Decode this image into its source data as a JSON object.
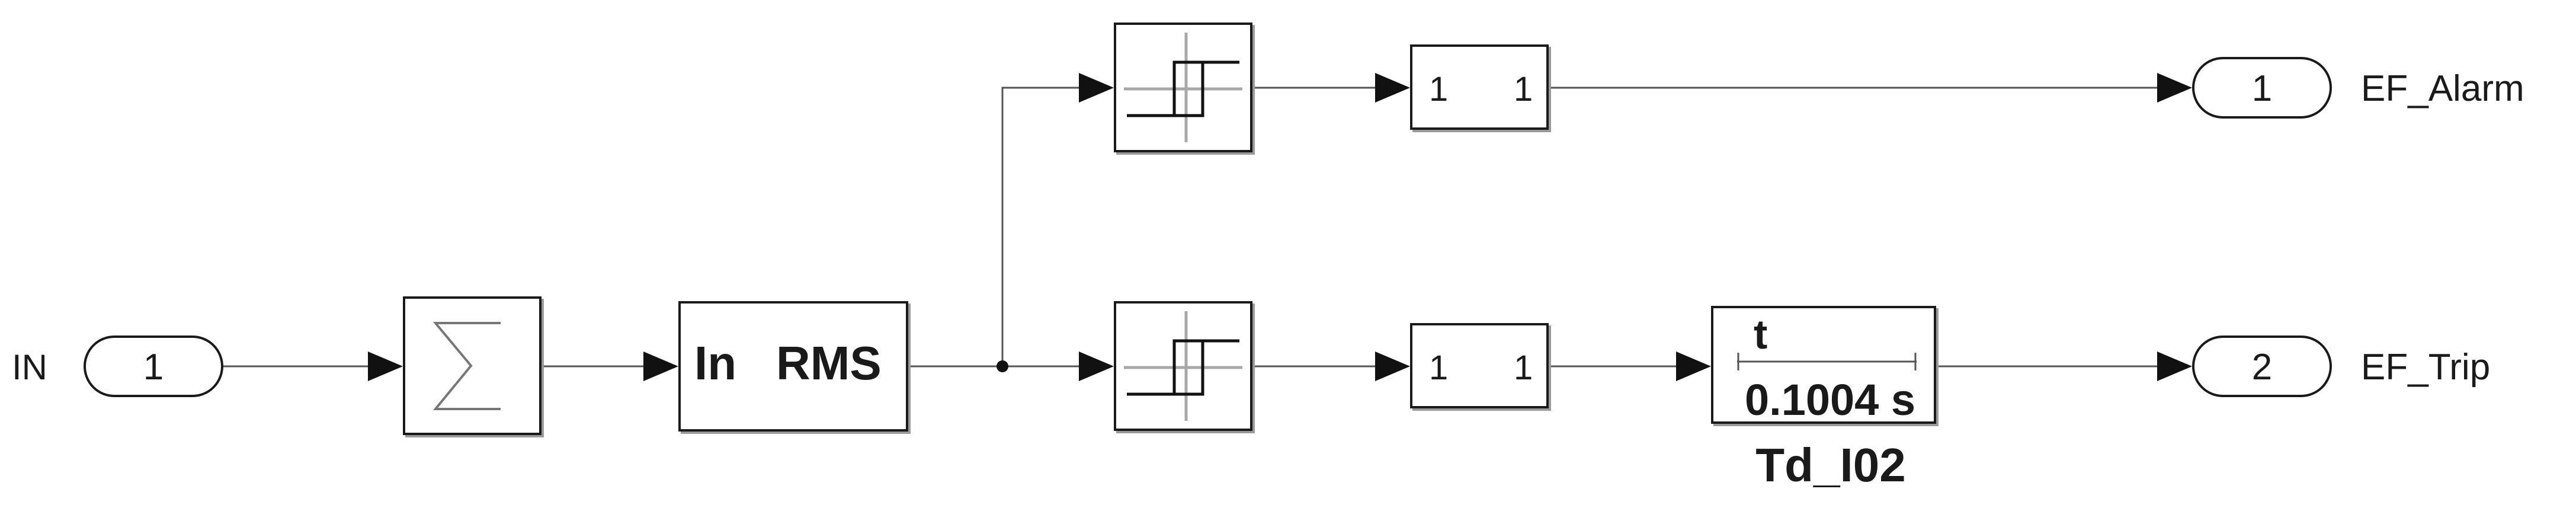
{
  "inport": {
    "label": "IN",
    "number": "1"
  },
  "sum_block": {
    "icon": "sigma"
  },
  "rms_block": {
    "label_left": "In",
    "label_right": "RMS"
  },
  "relay_top": {
    "icon": "relay-hysteresis"
  },
  "relay_bottom": {
    "icon": "relay-hysteresis"
  },
  "gain_top": {
    "in_label": "1",
    "out_label": "1"
  },
  "gain_bottom": {
    "in_label": "1",
    "out_label": "1"
  },
  "delay_block": {
    "symbol": "t",
    "value": "0.1004 s",
    "name": "Td_I02"
  },
  "outports": [
    {
      "number": "1",
      "label": "EF_Alarm"
    },
    {
      "number": "2",
      "label": "EF_Trip"
    }
  ]
}
